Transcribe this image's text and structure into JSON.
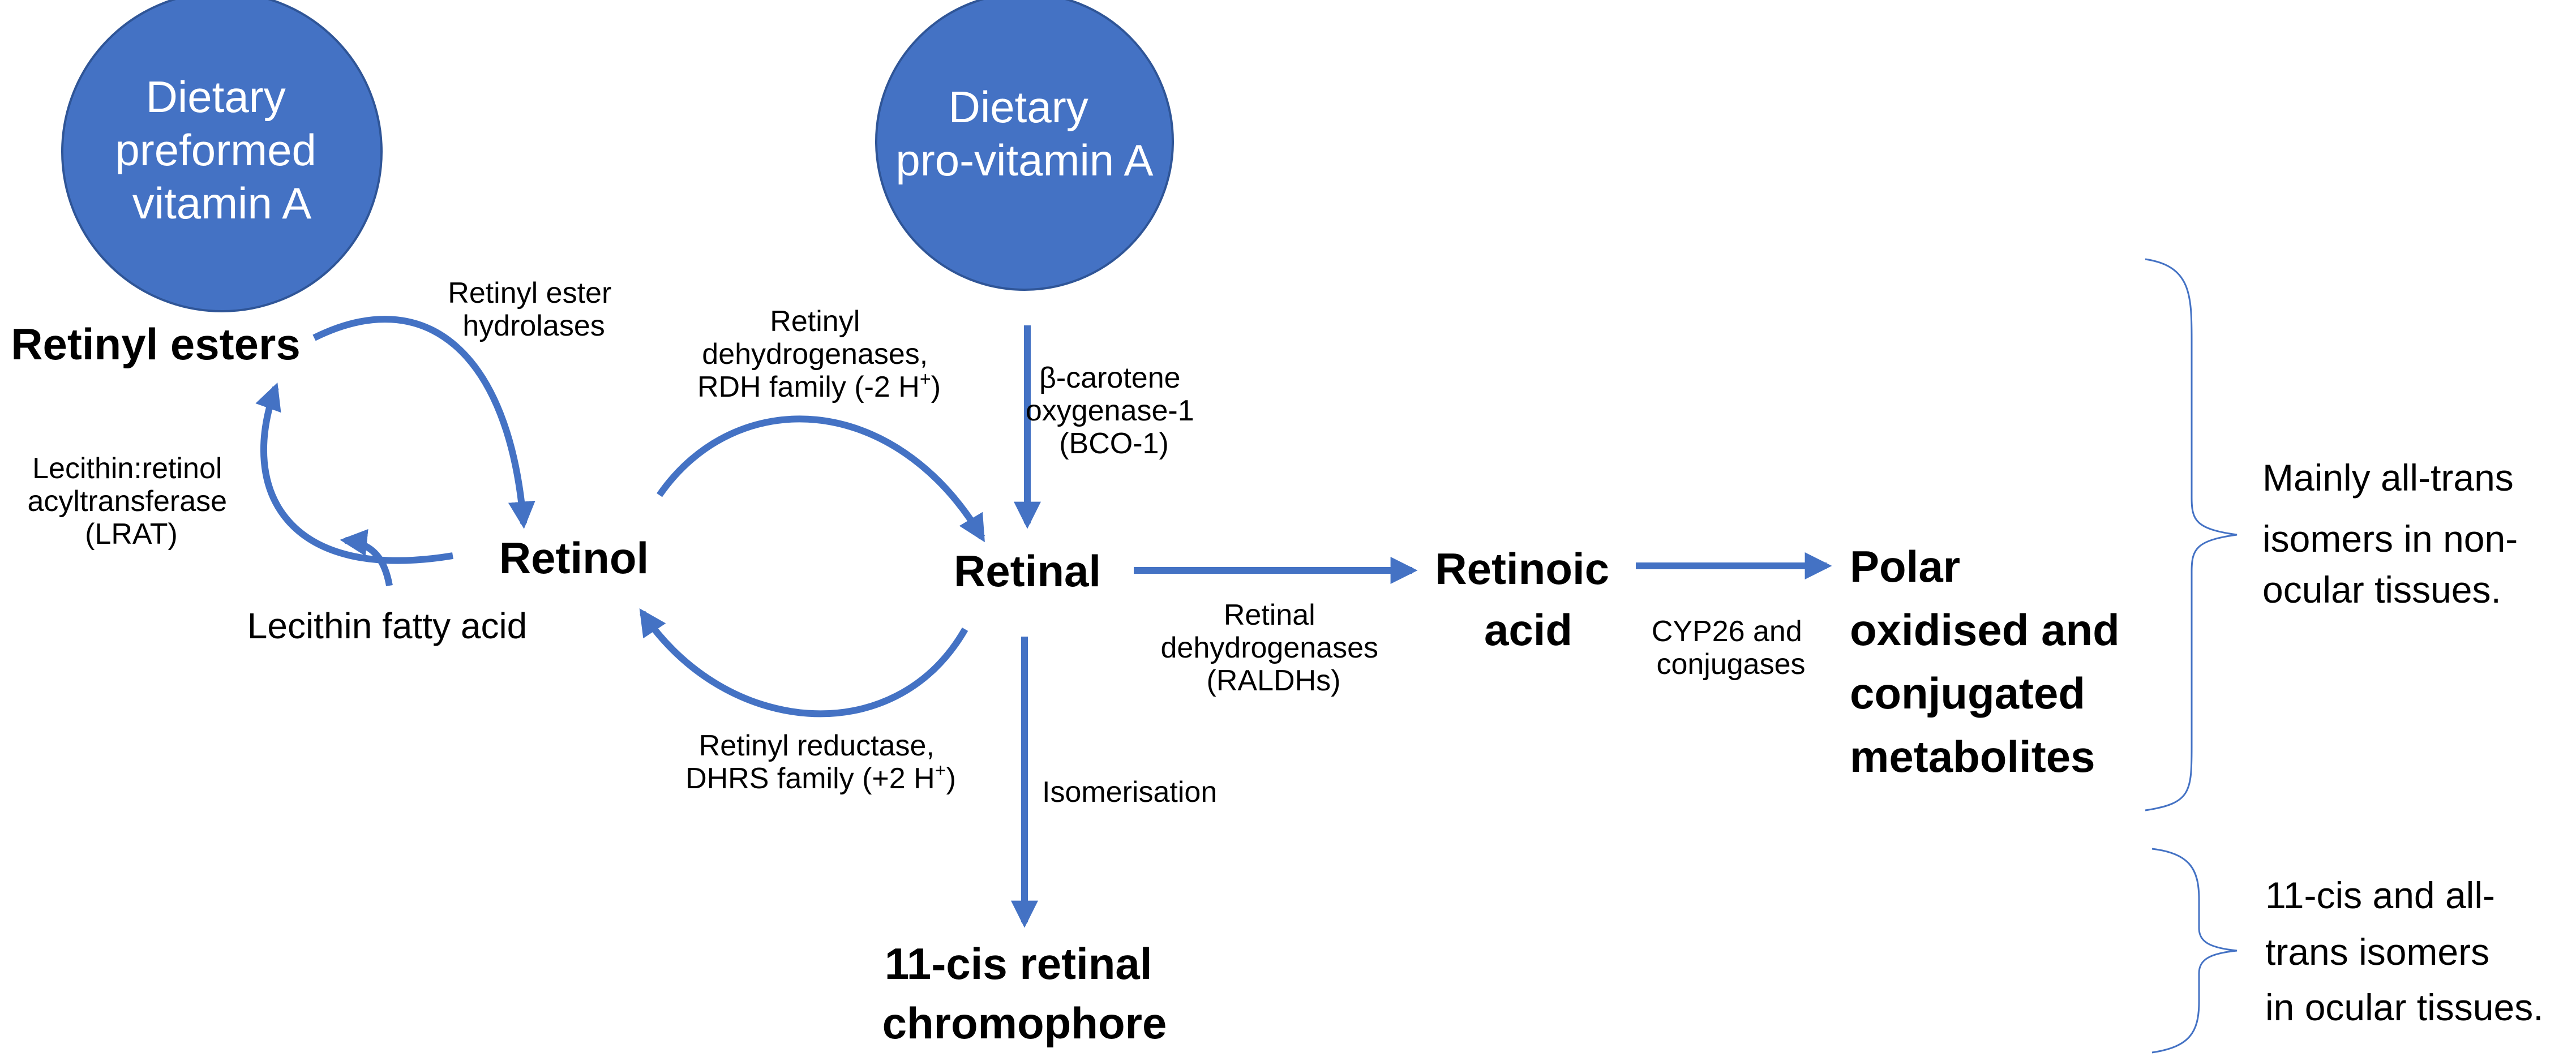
{
  "colors": {
    "accent": "#4472C4",
    "circle_text": "#FFFFFF",
    "text": "#000000",
    "background": "#FFFFFF"
  },
  "circles": {
    "preformed": [
      "Dietary",
      "preformed",
      "vitamin A"
    ],
    "provitamin": [
      "Dietary",
      "pro-vitamin A"
    ]
  },
  "nodes": {
    "retinyl_esters": "Retinyl esters",
    "retinol": "Retinol",
    "retinal": "Retinal",
    "retinoic_acid": [
      "Retinoic",
      "acid"
    ],
    "polar_metabolites": [
      "Polar",
      "oxidised and",
      "conjugated",
      "metabolites"
    ],
    "chromophore": [
      "11-cis retinal",
      "chromophore"
    ]
  },
  "labels": {
    "lecithin_fatty_acid": "Lecithin fatty acid",
    "retinyl_ester_hydrolases": [
      "Retinyl ester",
      "hydrolases"
    ],
    "lrat": [
      "Lecithin:retinol",
      "acyltransferase",
      "(LRAT)"
    ],
    "rdh": [
      "Retinyl",
      "dehydrogenases,",
      "RDH family (-2 H",
      "+",
      ")"
    ],
    "dhrs": [
      "Retinyl reductase,",
      "DHRS family (+2 H",
      "+",
      ")"
    ],
    "bco1": [
      "β-carotene",
      "oxygenase-1",
      "(BCO-1)"
    ],
    "raldh": [
      "Retinal",
      "dehydrogenases",
      "(RALDHs)"
    ],
    "cyp26": [
      "CYP26 and",
      "conjugases"
    ],
    "isomerisation": "Isomerisation"
  },
  "notes": {
    "non_ocular": [
      "Mainly all-trans",
      "isomers in non-",
      "ocular tissues."
    ],
    "ocular": [
      "11-cis and all-",
      "trans isomers",
      "in ocular tissues."
    ]
  }
}
